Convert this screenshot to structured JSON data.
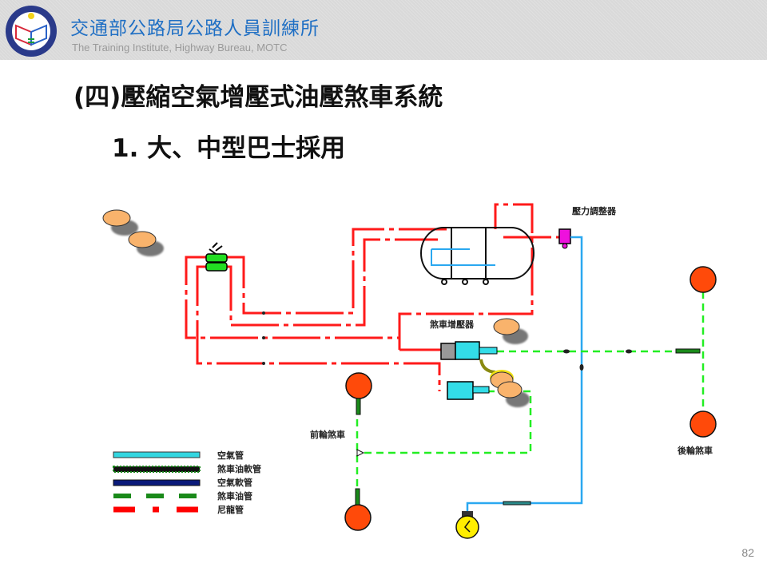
{
  "header": {
    "org_name_cn": "交通部公路局公路人員訓練所",
    "org_name_en": "The Training Institute, Highway Bureau,  MOTC",
    "logo": "training-institute-emblem"
  },
  "slide": {
    "title": "(四)壓縮空氣增壓式油壓煞車系統",
    "subtitle": "1. 大、中型巴士採用",
    "page_number": "82"
  },
  "diagram": {
    "labels": {
      "pressure_regulator": "壓力調整器",
      "brake_booster": "煞車增壓器",
      "front_brake": "前輪煞車",
      "rear_brake": "後輪煞車"
    },
    "legend": [
      {
        "label": "空氣管",
        "style": "air-pipe",
        "color": "#33d6e0"
      },
      {
        "label": "煞車油軟管",
        "style": "brake-fluid-hose",
        "color": "#1a8a1a"
      },
      {
        "label": "空氣軟管",
        "style": "air-hose",
        "color": "#0a1a7a"
      },
      {
        "label": "煞車油管",
        "style": "brake-fluid-pipe",
        "color": "#1a8a1a"
      },
      {
        "label": "尼龍管",
        "style": "nylon-pipe",
        "color": "#ff0000"
      }
    ],
    "colors": {
      "nylon": "#ff1a1a",
      "air": "#2aa8f0",
      "fluid": "#22ee22",
      "booster": "#33dde8",
      "regulator": "#ee11dd",
      "brake_drum": "#ff4a0a",
      "lamp": "#ffee00",
      "cloud": "#f9b36c"
    }
  }
}
